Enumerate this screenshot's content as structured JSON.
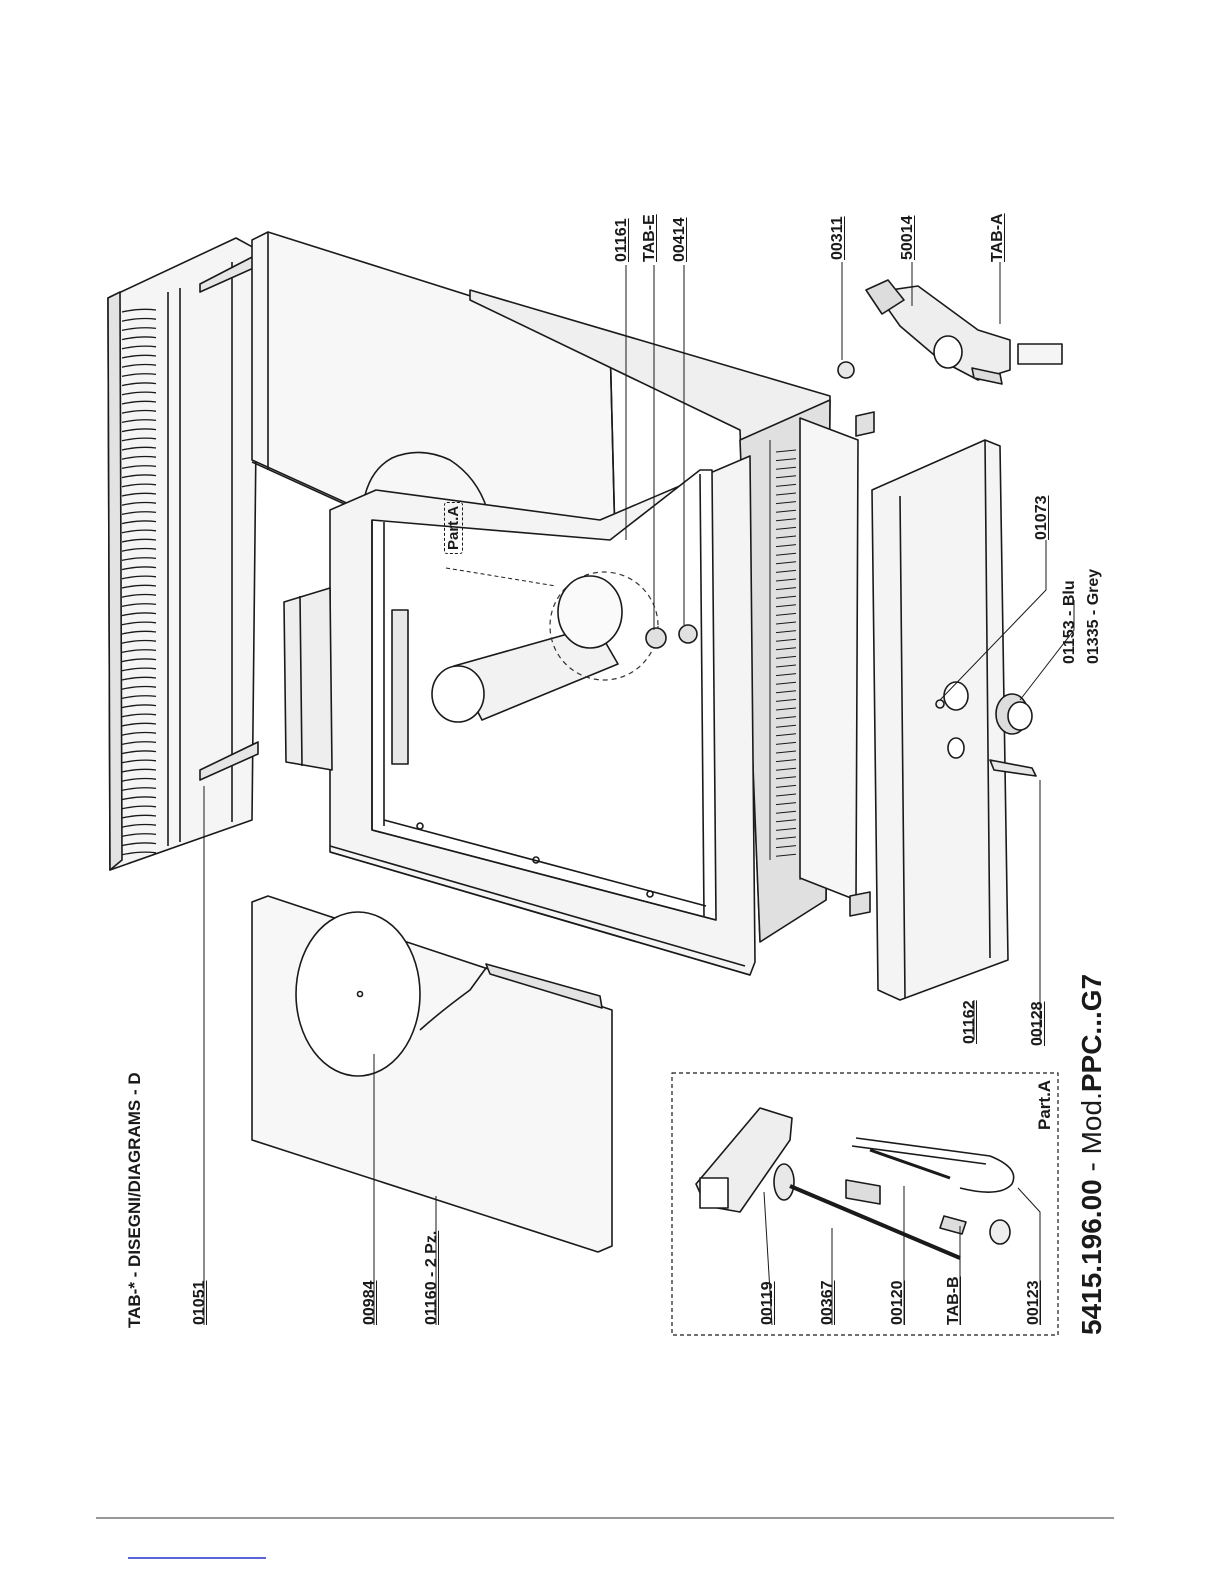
{
  "sheet": {
    "title": "TAB-* - DISEGNI/DIAGRAMS - D",
    "model": {
      "code": "5415.196.00",
      "sep": " - ",
      "prefix": "Mod.",
      "name": "PPC...G7"
    },
    "detail_label": "Part.A",
    "callout_label": "Part.A"
  },
  "parts": [
    {
      "code": "01051"
    },
    {
      "code": "00984"
    },
    {
      "code": "01160 - 2 Pz."
    },
    {
      "code": "01161"
    },
    {
      "code": "TAB-E"
    },
    {
      "code": "00414"
    },
    {
      "code": "00311"
    },
    {
      "code": "50014"
    },
    {
      "code": "TAB-A"
    },
    {
      "code": "01073"
    },
    {
      "code": "01153 - Blu"
    },
    {
      "code": "01335 - Grey"
    },
    {
      "code": "01162"
    },
    {
      "code": "00128"
    },
    {
      "code": "00119"
    },
    {
      "code": "00367"
    },
    {
      "code": "00120"
    },
    {
      "code": "TAB-B"
    },
    {
      "code": "00123"
    }
  ],
  "colors": {
    "ink": "#1a1a1a",
    "panel": "#f2f2f2",
    "shade": "#d9d9d9",
    "rule": "#777777",
    "link": "#2233cc"
  }
}
